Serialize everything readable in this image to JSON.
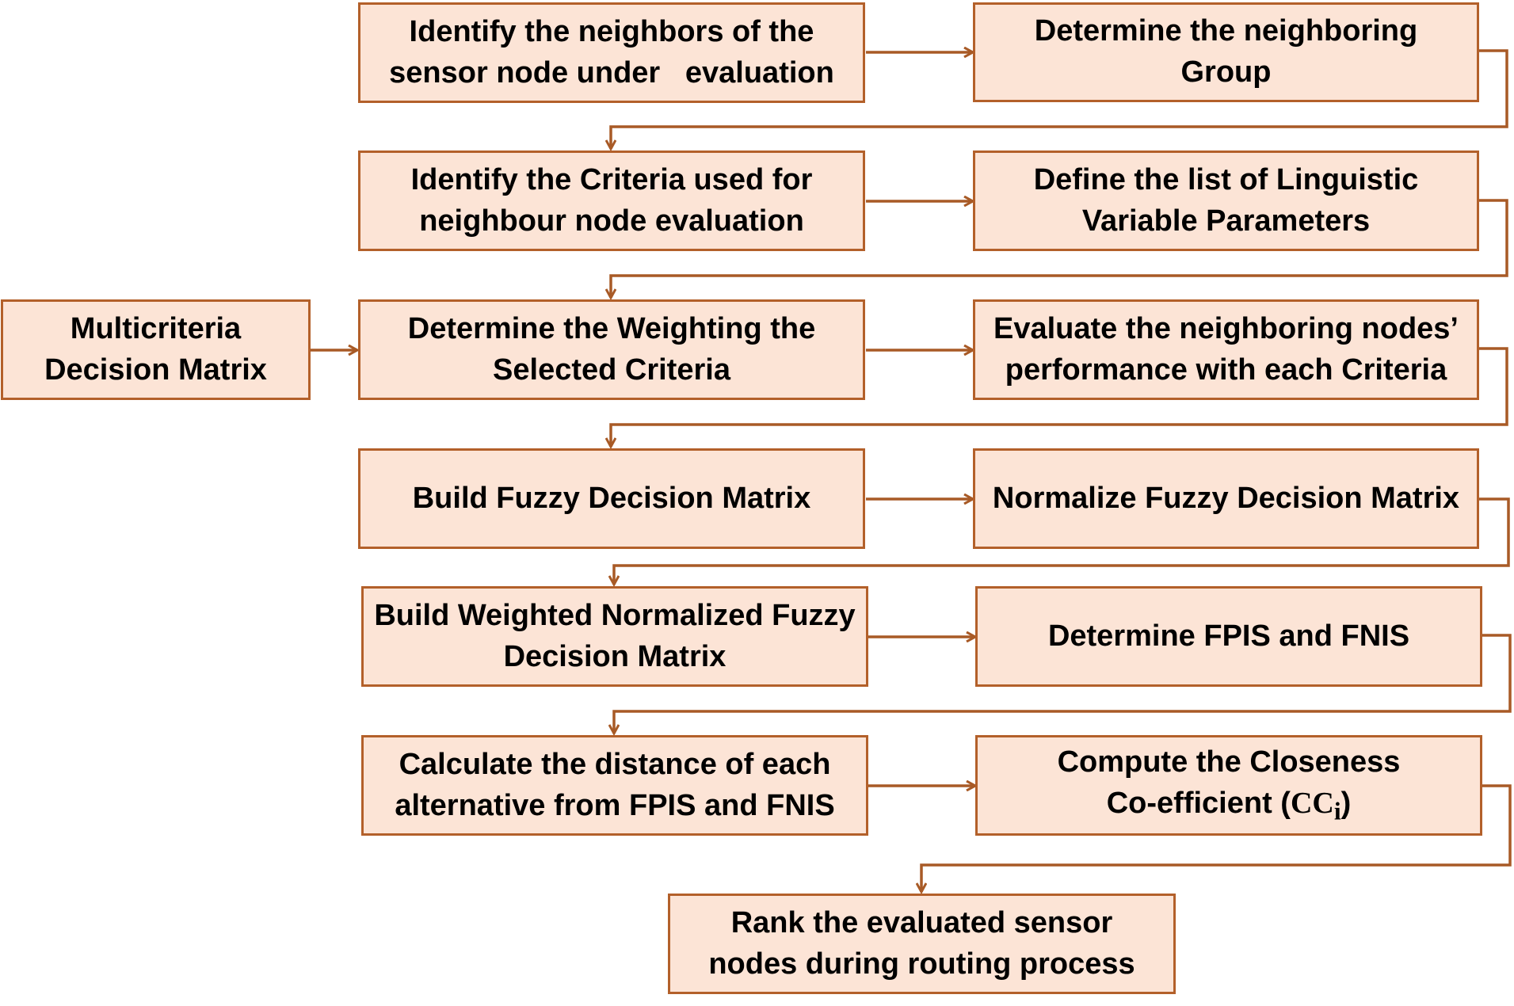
{
  "colors": {
    "box_fill": "#fce4d6",
    "box_border": "#b3602a",
    "arrow": "#a85a26",
    "text": "#000000"
  },
  "steps": {
    "identify_neighbors": "Identify the neighbors of the sensor node under   evaluation",
    "determine_group": "Determine the neighboring Group",
    "identify_criteria": "Identify the Criteria used for neighbour node evaluation",
    "define_linguistic": "Define the list of Linguistic Variable Parameters",
    "multicriteria": "Multicriteria Decision Matrix",
    "determine_weighting": "Determine the Weighting the Selected Criteria",
    "evaluate_performance": "Evaluate the neighboring nodes’ performance with each Criteria",
    "build_fuzzy": "Build Fuzzy Decision Matrix",
    "normalize_fuzzy": "Normalize Fuzzy Decision Matrix",
    "build_weighted": "Build Weighted Normalized Fuzzy Decision Matrix",
    "determine_fpis_fnis": "Determine FPIS and FNIS",
    "calculate_distance": "Calculate the distance of each alternative from FPIS and FNIS",
    "closeness_text": "Compute the Closeness Co-efficient (",
    "closeness_symbol": "CC",
    "closeness_subscript": "i",
    "closeness_close": ")",
    "rank_nodes": "Rank the evaluated sensor nodes during routing process"
  }
}
